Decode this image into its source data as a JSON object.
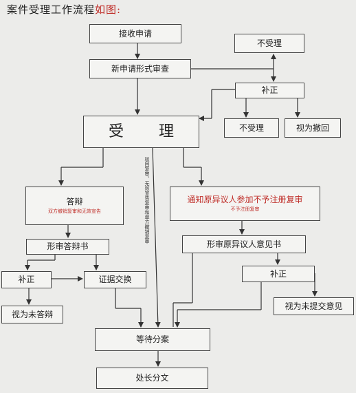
{
  "title": {
    "main": "案件受理工作流程",
    "suffix": "如图:"
  },
  "nodes": {
    "receive": "接收申请",
    "form_review": "新申请形式审查",
    "not_accept_top": "不受理",
    "correction_top": "补正",
    "not_accept_mid": "不受理",
    "deemed_withdrawn": "视为撤回",
    "accept": "受 理",
    "reply": "答辩",
    "reply_sub": "双方撤销复审和无效宣告",
    "notify": "通知原异议人参加不予注册复审",
    "notify_sub": "不予注册复审",
    "send_reply": "形审答辩书",
    "send_opinion": "形审原异议人意见书",
    "correction_left": "补正",
    "evidence_exchange": "证据交换",
    "correction_right": "补正",
    "deemed_no_reply": "视为未答辩",
    "deemed_no_opinion": "视为未提交意见",
    "await_assign": "等待分案",
    "chief_assign": "处长分文"
  },
  "vertical_label": "驳回复审、无效宣告复审和单方撤销复审"
}
